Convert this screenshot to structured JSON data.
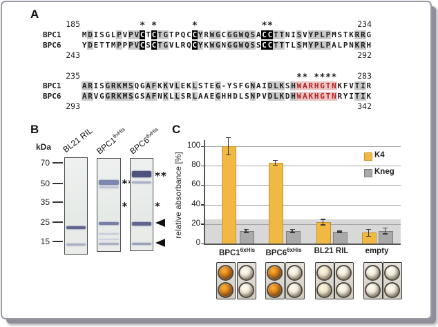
{
  "panels": {
    "a": "A",
    "b": "B",
    "c": "C"
  },
  "alignment": {
    "blocks": [
      {
        "top_left_num": "185",
        "top_right_num": "234",
        "bottom_left_num": "243",
        "bottom_right_num": "292",
        "asterisk_cols": [
          11,
          13,
          20,
          32,
          33
        ],
        "rows": [
          {
            "label": "BPC1",
            "seq": "MDISGLPVPVCTCTGTPQCCYRWGCGGWQSACCTTNISVYPLPMSTKRRG"
          },
          {
            "label": "BPC6",
            "seq": "YDETTMPPPVCSCTGVLRQCYKWGNGGWQSSCCTTTLSMYPLPALPNKRH"
          }
        ],
        "black_cols": [
          11,
          13,
          20,
          32,
          33
        ],
        "grey_cols": [
          2,
          7,
          9,
          10,
          14,
          15,
          21,
          23,
          24,
          26,
          27,
          28,
          29,
          30,
          34,
          35,
          38,
          40,
          41,
          42,
          43,
          48,
          49
        ],
        "red_cols": []
      },
      {
        "top_left_num": "235",
        "top_right_num": "283",
        "bottom_left_num": "293",
        "bottom_right_num": "342",
        "asterisk_cols": [
          38,
          39,
          41,
          42,
          43,
          44
        ],
        "rows": [
          {
            "label": "BPC1",
            "seq": "ARISGRKMSQGAFKKVLEKLSTEG-YSFGNAIDLKSHWARHGTNKFVTIR"
          },
          {
            "label": "BPC6",
            "seq": "ARVGGRKMSGSAFNKLLSRLAAEGHHDLSNPVDLKDHWAKHGTNRYITIK"
          }
        ],
        "black_cols": [],
        "grey_cols": [
          1,
          2,
          5,
          6,
          7,
          8,
          9,
          12,
          13,
          15,
          17,
          20,
          24,
          30,
          33,
          34,
          35,
          37,
          48,
          49
        ],
        "red_cols": [
          38,
          39,
          40,
          41,
          42,
          43,
          44
        ]
      }
    ]
  },
  "gel": {
    "unit": "kDa",
    "markers": [
      "70",
      "50",
      "35",
      "25",
      "15"
    ],
    "lanes": [
      {
        "label": {
          "base": "BL21 RIL",
          "sup": ""
        },
        "bands": [
          {
            "y": 99,
            "h": 4,
            "c": "#5f6590"
          },
          {
            "y": 124,
            "h": 3,
            "c": "#a9aec5"
          }
        ],
        "marks": []
      },
      {
        "label": {
          "base": "BPC1",
          "sup": "6xHis"
        },
        "bands": [
          {
            "y": 31,
            "h": 7,
            "c": "#7e87af"
          },
          {
            "y": 40,
            "h": 3,
            "c": "#c2c6d8"
          },
          {
            "y": 92,
            "h": 4,
            "c": "#777fa8"
          },
          {
            "y": 108,
            "h": 2,
            "c": "#c8cbdb"
          },
          {
            "y": 116,
            "h": 2,
            "c": "#ced1de"
          },
          {
            "y": 122,
            "h": 3,
            "c": "#a9aec5"
          }
        ],
        "marks": [
          {
            "sym": "**",
            "y": 33
          },
          {
            "sym": "*",
            "y": 66
          }
        ]
      },
      {
        "label": {
          "base": "BPC6",
          "sup": "6xHis"
        },
        "bands": [
          {
            "y": 18,
            "h": 9,
            "c": "#4d537e"
          },
          {
            "y": 33,
            "h": 3,
            "c": "#aab0c8"
          },
          {
            "y": 92,
            "h": 5,
            "c": "#5f6590"
          },
          {
            "y": 122,
            "h": 3,
            "c": "#9aa0ba"
          }
        ],
        "marks": [
          {
            "sym": "**",
            "y": 22
          },
          {
            "sym": "*",
            "y": 66
          },
          {
            "sym": "arrow",
            "y": 92
          },
          {
            "sym": "arrow",
            "y": 121
          }
        ]
      }
    ]
  },
  "chart_data": {
    "type": "bar",
    "title": "",
    "ylabel": "relative absorbance [%]",
    "xlabel": "",
    "yticks": [
      0,
      20,
      40,
      60,
      80,
      100
    ],
    "ylim": [
      0,
      110
    ],
    "grid": true,
    "legend_position": "top-right",
    "threshold_band": {
      "from": 0,
      "to": 25,
      "color": "#D8D8D8"
    },
    "categories": [
      {
        "base": "BPC1",
        "sup": "6xHis"
      },
      {
        "base": "BPC6",
        "sup": "6xHis"
      },
      {
        "base": "BL21 RIL",
        "sup": ""
      },
      {
        "base": "empty",
        "sup": ""
      }
    ],
    "series": [
      {
        "name": "K4",
        "color": "#F1B942",
        "border": "#C8922A",
        "values": [
          100,
          83,
          22,
          11
        ],
        "errors": [
          9,
          2.5,
          3,
          3.5
        ]
      },
      {
        "name": "Kneg",
        "color": "#A9A9A9",
        "border": "#7E7E7E",
        "values": [
          13,
          13,
          12,
          13
        ],
        "errors": [
          1.5,
          1.5,
          0.8,
          3
        ]
      }
    ]
  },
  "wells": {
    "groups": [
      {
        "category": "BPC1",
        "boxes": [
          [
            "orange",
            "orange"
          ],
          [
            "pale",
            "pale"
          ]
        ]
      },
      {
        "category": "BPC6",
        "boxes": [
          [
            "orange",
            "orange"
          ],
          [
            "pale",
            "pale"
          ]
        ]
      },
      {
        "category": "BL21 RIL",
        "boxes": [
          [
            "cream",
            "cream"
          ],
          [
            "pale",
            "pale"
          ]
        ]
      },
      {
        "category": "empty",
        "boxes": [
          [
            "pale",
            "pale"
          ],
          [
            "pale",
            "pale"
          ]
        ]
      }
    ],
    "colors": {
      "orange": "#CE7610",
      "cream": "#E9DEBC",
      "pale": "#EFE9DA"
    }
  }
}
